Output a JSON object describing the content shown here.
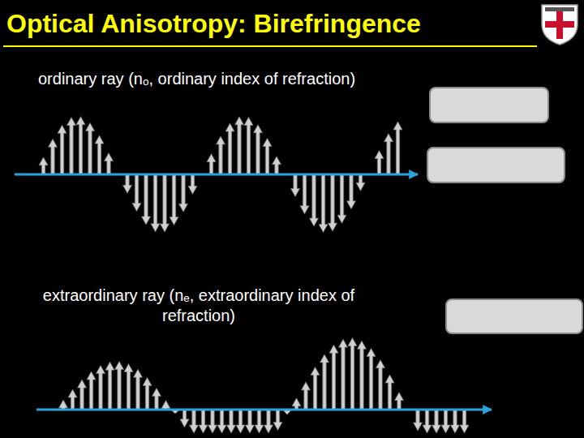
{
  "diagram": {
    "title": "Optical Anisotropy: Birefringence",
    "labels": [
      "ordinary ray (nₒ, ordinary index of refraction)",
      "extraordinary ray (nₑ, extraordinary index of refraction)"
    ]
  }
}
